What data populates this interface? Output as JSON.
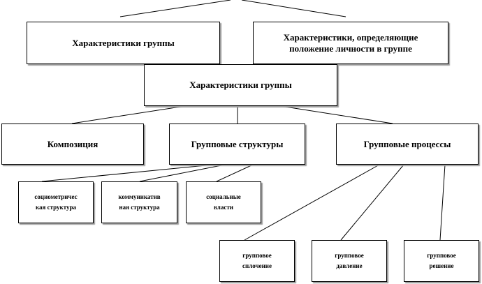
{
  "diagram": {
    "top_left_box": "Характеристики группы",
    "top_right_box": "Характеристики, определяющие\nположение личности в группе",
    "center_box": "Характеристики группы",
    "composition_box": "Композиция",
    "structures_box": "Групповые структуры",
    "processes_box": "Групповые процессы",
    "sociometric_box": "социометричес\nкая структура",
    "communication_box": "коммуникатив\nная структура",
    "social_roles_box": "социальные\nвласти",
    "cohesion_box": "групповое\nсплочение",
    "pressure_box": "групповое\nдавление",
    "decision_box": "групповое\nрешение"
  }
}
